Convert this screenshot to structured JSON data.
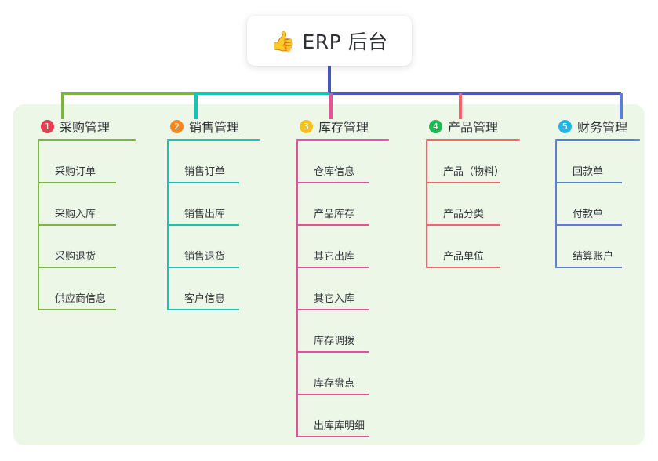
{
  "root": {
    "emoji": "👍",
    "icon_name": "thumbs-up-icon",
    "title": "ERP 后台"
  },
  "palette": {
    "panel_bg": "#edf7e7",
    "root_line": "#4a55c0",
    "col1_line": "#7cb342",
    "col2_line": "#17c3b2",
    "col3_line": "#e8509b",
    "col4_line": "#f4646c",
    "col5_line": "#5b7fd4",
    "badge1": "#ea3c52",
    "badge2": "#f5871f",
    "badge3": "#f7c01c",
    "badge4": "#1db954",
    "badge5": "#23b5e8"
  },
  "columns": [
    {
      "badge": "1",
      "badge_color": "#ea3c52",
      "line_color": "#7cb342",
      "title": "采购管理",
      "items": [
        "采购订单",
        "采购入库",
        "采购退货",
        "供应商信息"
      ]
    },
    {
      "badge": "2",
      "badge_color": "#f5871f",
      "line_color": "#17c3b2",
      "title": "销售管理",
      "items": [
        "销售订单",
        "销售出库",
        "销售退货",
        "客户信息"
      ]
    },
    {
      "badge": "3",
      "badge_color": "#f7c01c",
      "line_color": "#e8509b",
      "title": "库存管理",
      "items": [
        "仓库信息",
        "产品库存",
        "其它出库",
        "其它入库",
        "库存调拨",
        "库存盘点",
        "出库库明细"
      ]
    },
    {
      "badge": "4",
      "badge_color": "#1db954",
      "line_color": "#f4646c",
      "title": "产品管理",
      "items": [
        "产品（物料）",
        "产品分类",
        "产品单位"
      ]
    },
    {
      "badge": "5",
      "badge_color": "#23b5e8",
      "line_color": "#5b7fd4",
      "title": "财务管理",
      "items": [
        "回款单",
        "付款单",
        "结算账户"
      ]
    }
  ]
}
